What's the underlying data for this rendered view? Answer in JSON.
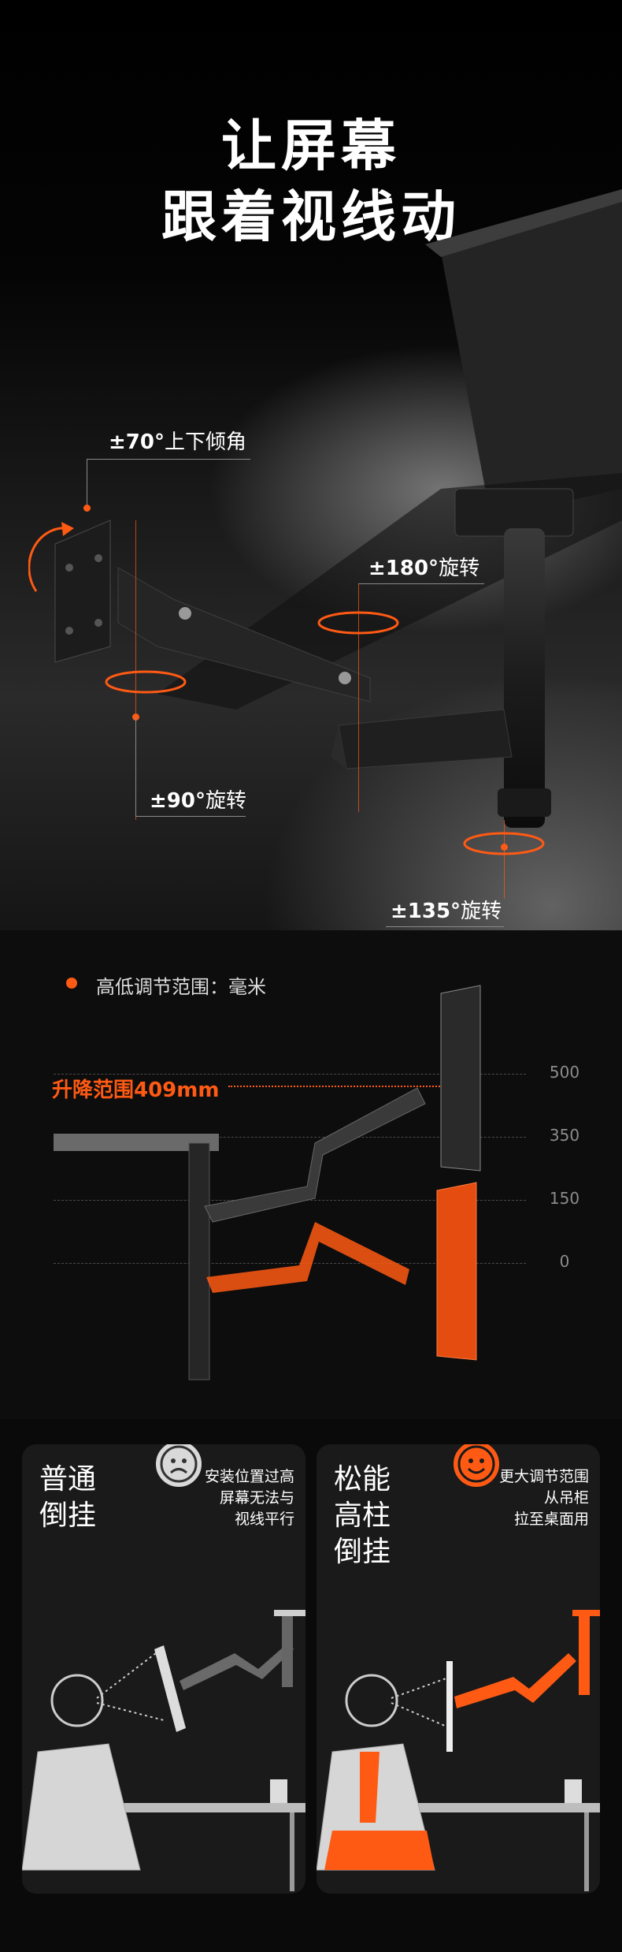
{
  "title": {
    "line1": "让屏幕",
    "line2": "跟着视线动"
  },
  "rotation_specs": {
    "tilt": {
      "value": "±70°",
      "label": "上下倾角"
    },
    "arm_rotate": {
      "value": "±180°",
      "label": "旋转"
    },
    "head_rotate": {
      "value": "±90°",
      "label": "旋转"
    },
    "base_rotate": {
      "value": "±135°",
      "label": "旋转"
    }
  },
  "height_section": {
    "legend": "高低调节范围：毫米",
    "range_label": "升降范围409mm",
    "ticks": [
      "500",
      "350",
      "150",
      "0"
    ]
  },
  "compare": {
    "normal": {
      "title": [
        "普通",
        "倒挂"
      ],
      "desc": [
        "安装位置过高",
        "屏幕无法与",
        "视线平行"
      ],
      "mood": "sad"
    },
    "ours": {
      "title": [
        "松能",
        "高柱",
        "倒挂"
      ],
      "desc": [
        "更大调节范围",
        "从吊柜",
        "拉至桌面用"
      ],
      "mood": "happy"
    }
  },
  "colors": {
    "accent": "#ff5a14",
    "card_bg": "#1a1a1a"
  }
}
